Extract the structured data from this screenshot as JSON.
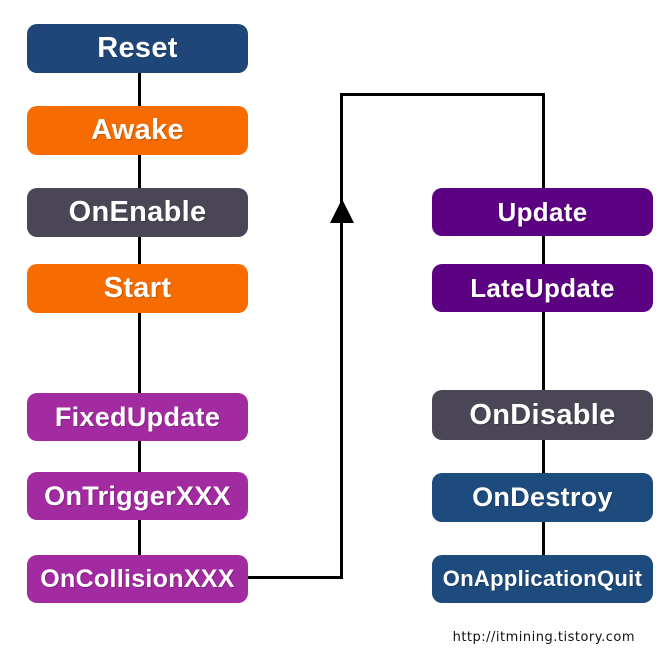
{
  "nodes": [
    {
      "label": "Reset",
      "color": "#1F4679"
    },
    {
      "label": "Awake",
      "color": "#F76C00"
    },
    {
      "label": "OnEnable",
      "color": "#4A4655"
    },
    {
      "label": "Start",
      "color": "#F76C00"
    },
    {
      "label": "FixedUpdate",
      "color": "#A32BA1"
    },
    {
      "label": "OnTriggerXXX",
      "color": "#A32BA1"
    },
    {
      "label": "OnCollisionXXX",
      "color": "#A32BA1"
    },
    {
      "label": "Update",
      "color": "#5C0181"
    },
    {
      "label": "LateUpdate",
      "color": "#5C0181"
    },
    {
      "label": "OnDisable",
      "color": "#4A4655"
    },
    {
      "label": "OnDestroy",
      "color": "#1E4B7D"
    },
    {
      "label": "OnApplicationQuit",
      "color": "#1E4B7D"
    }
  ],
  "connectors": {
    "color": "#000000",
    "flow": "OnCollisionXXX loops back up to Update"
  },
  "footer": {
    "credit": "http://itmining.tistory.com"
  }
}
